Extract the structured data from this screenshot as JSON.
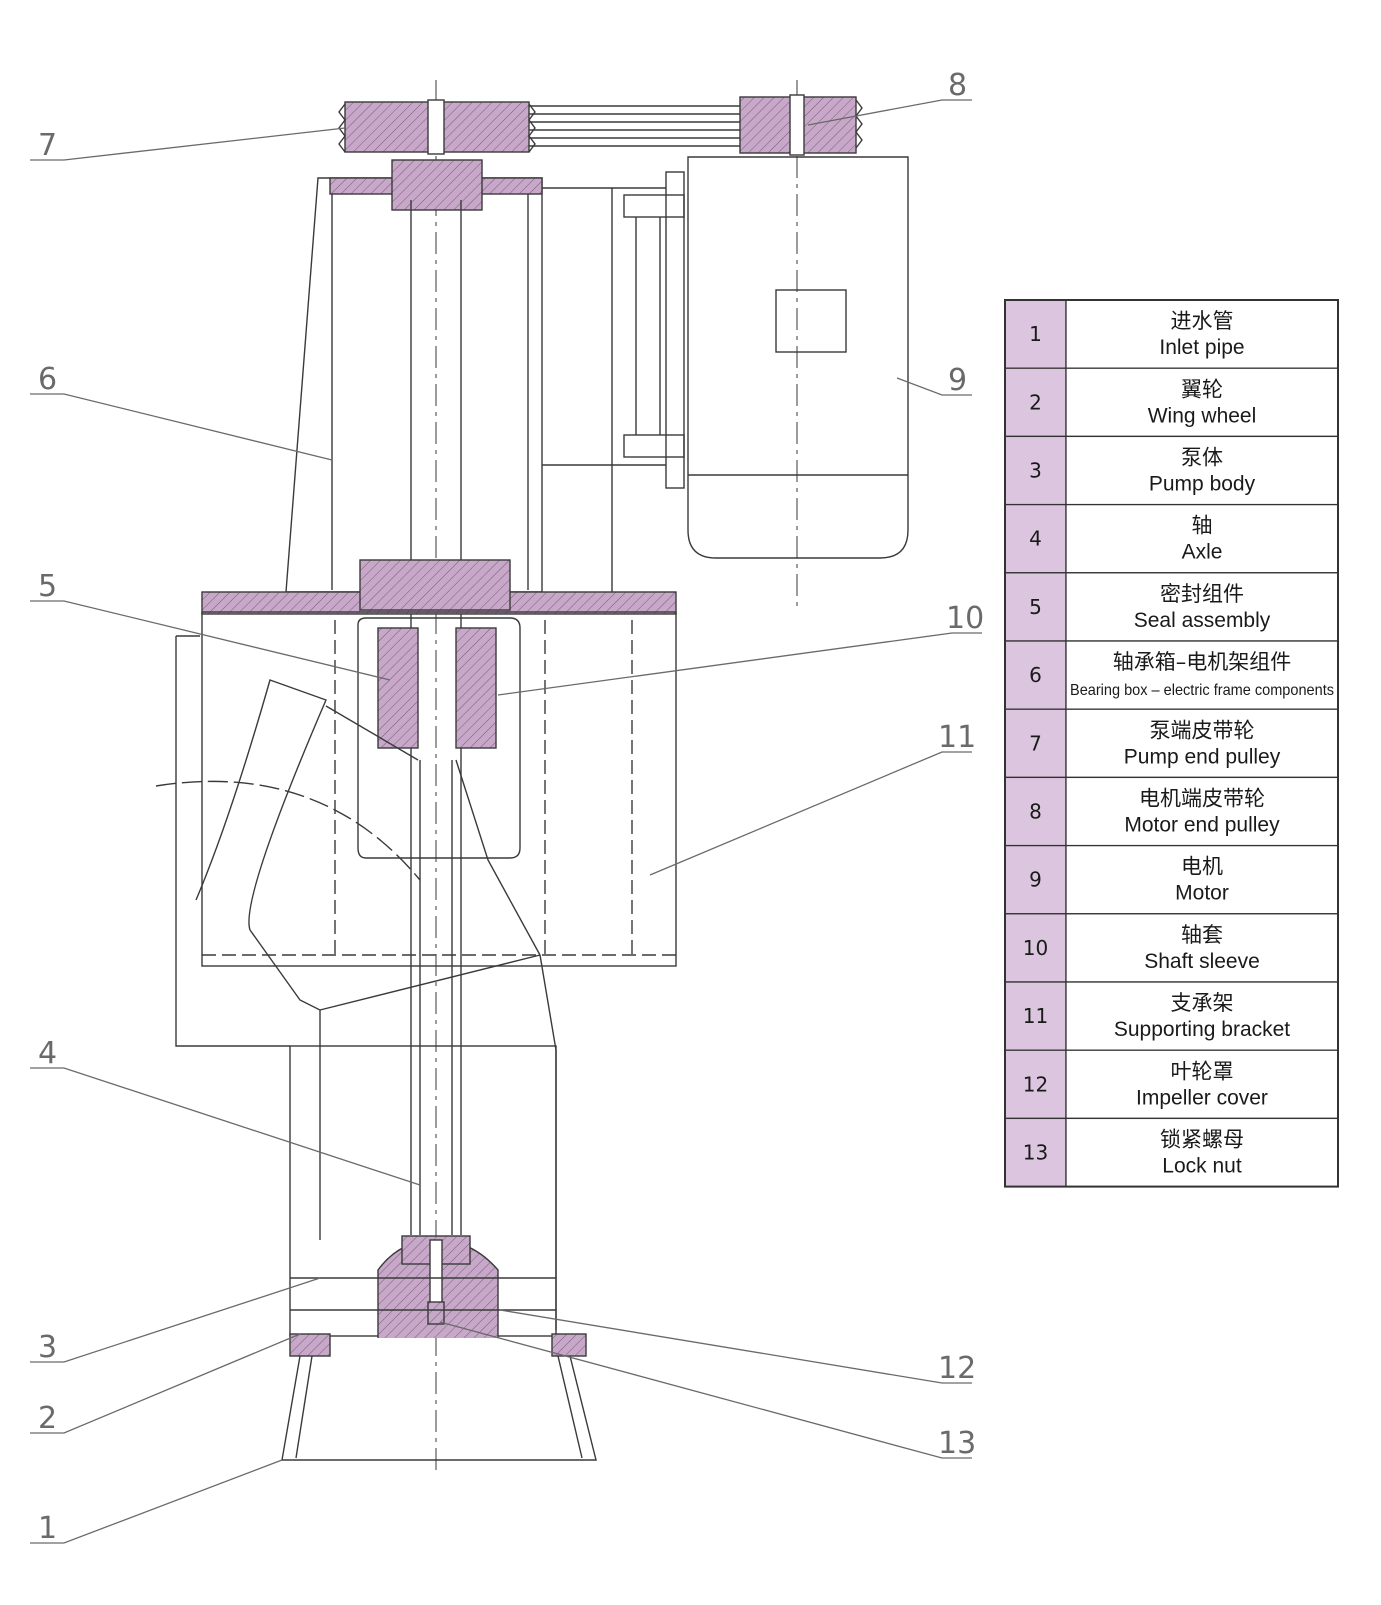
{
  "colors": {
    "line": "#3a3a3a",
    "hatch": "#c7a8c8",
    "legend_number_fill": "#dcc6df",
    "legend_border": "#333333"
  },
  "leaders": [
    {
      "id": 1,
      "label": "1"
    },
    {
      "id": 2,
      "label": "2"
    },
    {
      "id": 3,
      "label": "3"
    },
    {
      "id": 4,
      "label": "4"
    },
    {
      "id": 5,
      "label": "5"
    },
    {
      "id": 6,
      "label": "6"
    },
    {
      "id": 7,
      "label": "7"
    },
    {
      "id": 8,
      "label": "8"
    },
    {
      "id": 9,
      "label": "9"
    },
    {
      "id": 10,
      "label": "10"
    },
    {
      "id": 11,
      "label": "11"
    },
    {
      "id": 12,
      "label": "12"
    },
    {
      "id": 13,
      "label": "13"
    }
  ],
  "legend": [
    {
      "num": "1",
      "cn": "进水管",
      "en": "Inlet pipe"
    },
    {
      "num": "2",
      "cn": "翼轮",
      "en": "Wing wheel"
    },
    {
      "num": "3",
      "cn": "泵体",
      "en": "Pump body"
    },
    {
      "num": "4",
      "cn": "轴",
      "en": "Axle"
    },
    {
      "num": "5",
      "cn": "密封组件",
      "en": "Seal assembly"
    },
    {
      "num": "6",
      "cn": "轴承箱–电机架组件",
      "en": "Bearing box – electric frame components"
    },
    {
      "num": "7",
      "cn": "泵端皮带轮",
      "en": "Pump end pulley"
    },
    {
      "num": "8",
      "cn": "电机端皮带轮",
      "en": "Motor end pulley"
    },
    {
      "num": "9",
      "cn": "电机",
      "en": "Motor"
    },
    {
      "num": "10",
      "cn": "轴套",
      "en": "Shaft sleeve"
    },
    {
      "num": "11",
      "cn": "支承架",
      "en": "Supporting bracket"
    },
    {
      "num": "12",
      "cn": "叶轮罩",
      "en": "Impeller cover"
    },
    {
      "num": "13",
      "cn": "锁紧螺母",
      "en": "Lock nut"
    }
  ]
}
